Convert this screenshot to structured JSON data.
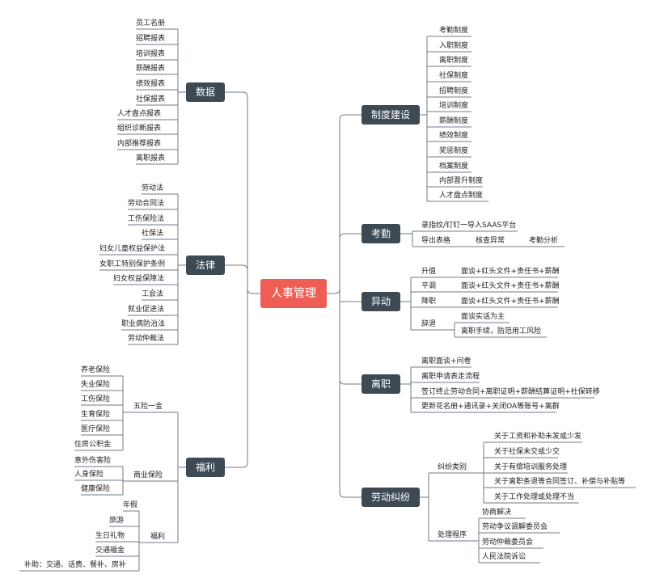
{
  "root": "人事管理",
  "data_branch": {
    "label": "数据",
    "items": [
      "员工名册",
      "招聘报表",
      "培训报表",
      "薪酬报表",
      "绩效报表",
      "社保报表",
      "人才盘点报表",
      "组织诊断报表",
      "内部推荐报表",
      "离职报表"
    ]
  },
  "law_branch": {
    "label": "法律",
    "items": [
      "劳动法",
      "劳动合同法",
      "工伤保险法",
      "社保法",
      "妇女儿童权益保护法",
      "女职工特别保护条例",
      "妇女权益保障法",
      "工会法",
      "就业促进法",
      "职业病防治法",
      "劳动仲裁法"
    ]
  },
  "welfare_branch": {
    "label": "福利",
    "group1": {
      "label": "五险一金",
      "items": [
        "养老保险",
        "失业保险",
        "工伤保险",
        "生育保险",
        "医疗保险",
        "住房公积金"
      ]
    },
    "group2": {
      "label": "商业保险",
      "items": [
        "意外伤害险",
        "人身保险",
        "健康保险"
      ]
    },
    "group3": {
      "label": "福利",
      "items": [
        "年假",
        "旅游",
        "生日礼物",
        "交通福金",
        "补助：交通、话费、餐补、房补"
      ]
    }
  },
  "system_branch": {
    "label": "制度建设",
    "items": [
      "考勤制度",
      "入职制度",
      "离职制度",
      "社保制度",
      "招聘制度",
      "培训制度",
      "薪酬制度",
      "绩效制度",
      "奖惩制度",
      "档案制度",
      "内部晋升制度",
      "人才盘点制度"
    ]
  },
  "attendance_branch": {
    "label": "考勤",
    "row1": "录指纹/钉钉一导入SAAS平台",
    "row2": [
      "导出表格",
      "核查异常",
      "考勤分析"
    ]
  },
  "transfer_branch": {
    "label": "异动",
    "subs": [
      {
        "label": "升值",
        "items": [
          "面谈+红头文件+责任书+薪酬"
        ]
      },
      {
        "label": "平调",
        "items": [
          "面谈+红头文件+责任书+薪酬"
        ]
      },
      {
        "label": "降职",
        "items": [
          "面谈+红头文件+责任书+薪酬"
        ]
      },
      {
        "label": "辞退",
        "items": [
          "面谈实话为主",
          "离职手续，防范用工风险"
        ]
      }
    ]
  },
  "resign_branch": {
    "label": "离职",
    "items": [
      "离职面谈+问卷",
      "离职申请表走流程",
      "签订终止劳动合同+离职证明+薪酬结算证明+社保转移",
      "更新花名册+通讯录+关闭OA等账号+离群"
    ]
  },
  "dispute_branch": {
    "label": "劳动纠纷",
    "group1": {
      "label": "纠纷类别",
      "items": [
        "关于工资和补助未发或少发",
        "关于社保未交或少交",
        "关于有偿培训服务处理",
        "关于离职条退等合同签订、补偿与补贴等",
        "关于工作处理或处理不当"
      ]
    },
    "group2": {
      "label": "处理程序",
      "items": [
        "协商解决",
        "劳动争议调解委员会",
        "劳动仲裁委员会",
        "人民法院诉讼"
      ]
    }
  },
  "colors": {
    "root": "#ee5e55",
    "branch": "#3d4953",
    "line": "#6f7b85"
  }
}
